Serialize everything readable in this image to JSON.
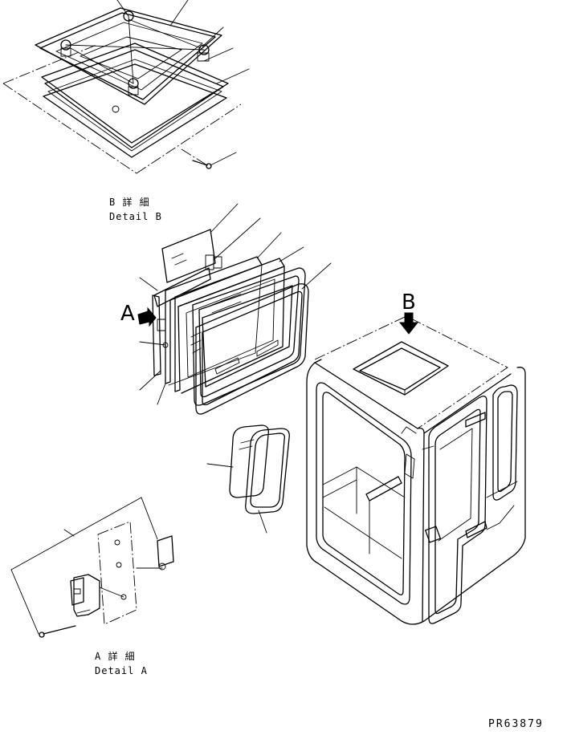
{
  "detail_b": {
    "jp": "B 詳 細",
    "en": "Detail B"
  },
  "detail_a": {
    "jp": "A 詳 細",
    "en": "Detail A"
  },
  "view_arrows": {
    "a": "A",
    "b": "B"
  },
  "drawing_code": "PR63879"
}
